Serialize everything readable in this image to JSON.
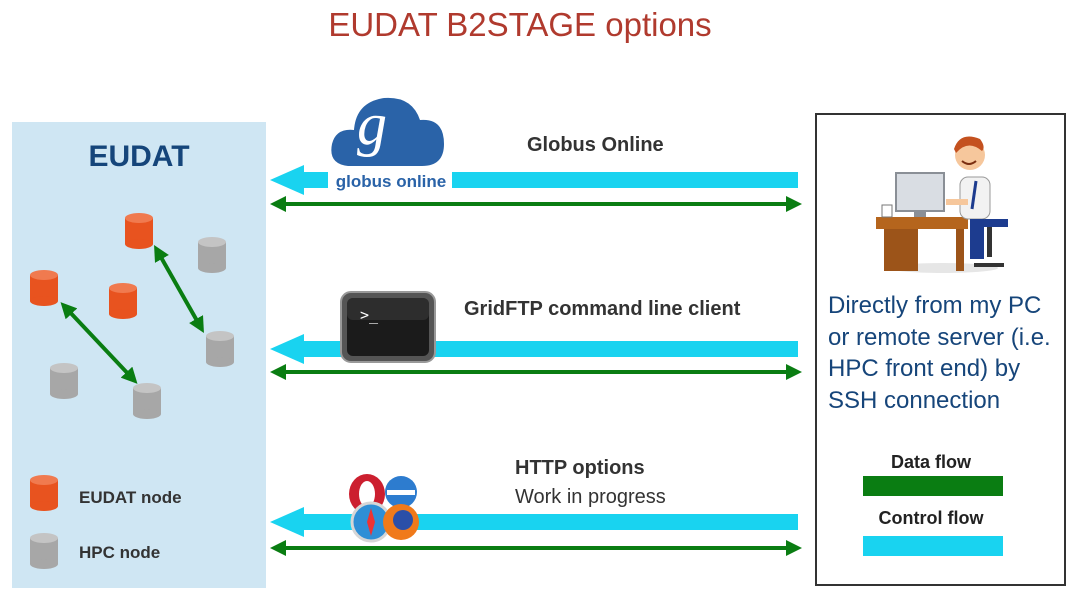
{
  "title": "EUDAT B2STAGE options",
  "colors": {
    "title": "#b03a2e",
    "eudat_panel": "#cfe6f3",
    "eudat_node": "#e8531f",
    "hpc_node": "#a7a7a7",
    "data_flow": "#0a7d12",
    "control_flow": "#19d3f0",
    "client_text": "#16457a"
  },
  "eudat": {
    "label": "EUDAT",
    "legend": {
      "eudat_node": "EUDAT node",
      "hpc_node": "HPC node"
    }
  },
  "flows": [
    {
      "label": "Globus Online",
      "icon": "globus-online-logo",
      "icon_text": "globus online",
      "icon_letter": "g"
    },
    {
      "label": "GridFTP command line client",
      "icon": "terminal-icon",
      "icon_text": ">_"
    },
    {
      "label": "HTTP options",
      "sublabel": "Work in progress",
      "icon": "browser-logos-icon"
    }
  ],
  "client": {
    "text": "Directly from my PC or remote server (i.e. HPC front end) by SSH connection",
    "icon": "person-at-computer-icon"
  },
  "key": {
    "data_flow": "Data flow",
    "control_flow": "Control flow"
  }
}
